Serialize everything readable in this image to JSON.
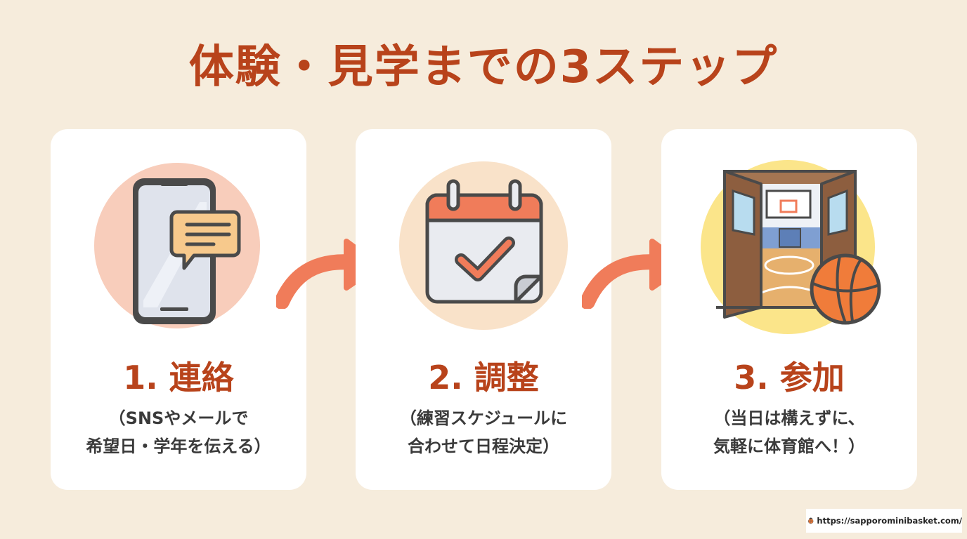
{
  "title": "体験・見学までの3ステップ",
  "steps": [
    {
      "title": "1. 連絡",
      "desc_line1": "（SNSやメールで",
      "desc_line2": "希望日・学年を伝える）",
      "icon": "smartphone-message-icon"
    },
    {
      "title": "2. 調整",
      "desc_line1": "（練習スケジュールに",
      "desc_line2": "合わせて日程決定）",
      "icon": "calendar-check-icon"
    },
    {
      "title": "3. 参加",
      "desc_line1": "（当日は構えずに、",
      "desc_line2": "気軽に体育館へ！）",
      "icon": "gym-door-basketball-icon"
    }
  ],
  "footer": {
    "url": "https://sapporominibasket.com/",
    "mascot_icon": "basketball-mascot-icon"
  },
  "colors": {
    "background": "#f6ecdc",
    "accent": "#b8431b",
    "arrow": "#f07c5a",
    "card": "#ffffff"
  }
}
